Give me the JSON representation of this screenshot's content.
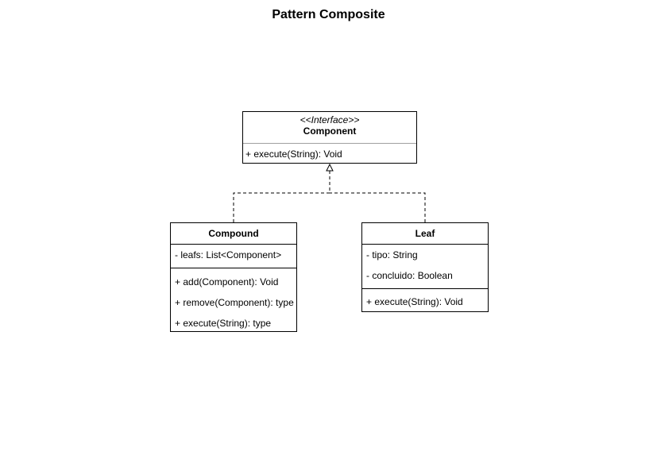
{
  "title": "Pattern Composite",
  "colors": {
    "line": "#000000",
    "background": "#ffffff",
    "divider_light": "#a0a0a0"
  },
  "classes": {
    "component": {
      "stereotype": "<<Interface>>",
      "name": "Component",
      "methods": [
        "+ execute(String): Void"
      ]
    },
    "compound": {
      "name": "Compound",
      "attributes": [
        "- leafs: List<Component>"
      ],
      "methods": [
        "+ add(Component): Void",
        "+ remove(Component): type",
        "+ execute(String): type"
      ]
    },
    "leaf": {
      "name": "Leaf",
      "attributes": [
        "- tipo: String",
        "- concluido: Boolean"
      ],
      "methods": [
        "+ execute(String): Void"
      ]
    }
  },
  "relationships": [
    {
      "from": "Compound",
      "to": "Component",
      "type": "realization"
    },
    {
      "from": "Leaf",
      "to": "Component",
      "type": "realization"
    }
  ]
}
